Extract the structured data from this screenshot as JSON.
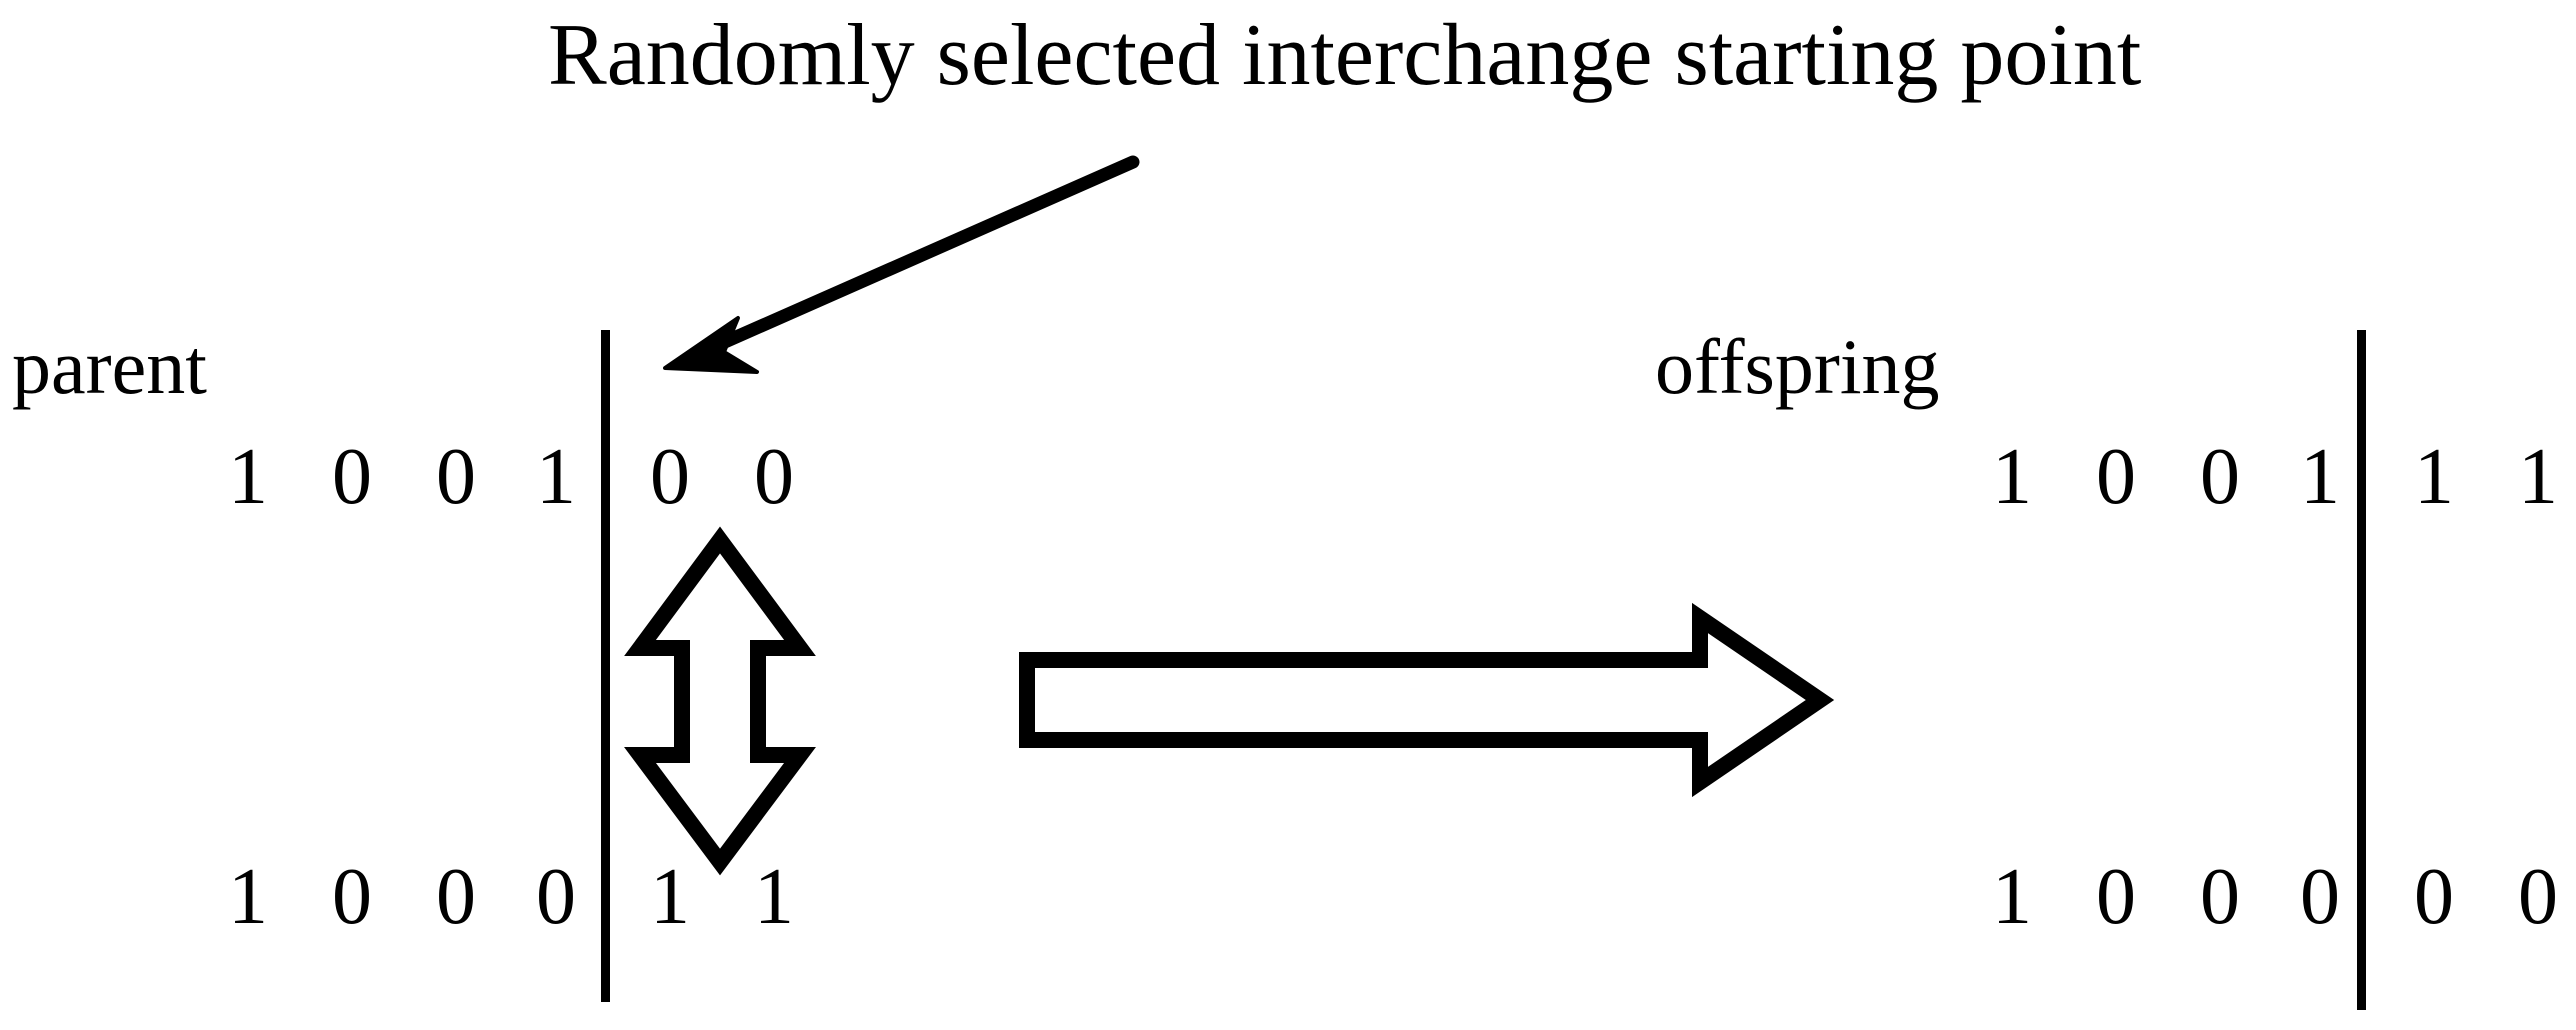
{
  "figure": {
    "annotation": "Randomly selected interchange starting point",
    "background_color": "#ffffff",
    "ink_color": "#000000"
  },
  "groups": {
    "parent": {
      "label": "parent",
      "rows": [
        {
          "left_segment": [
            "1",
            "0",
            "0",
            "1"
          ],
          "right_segment": [
            "0",
            "0"
          ]
        },
        {
          "left_segment": [
            "1",
            "0",
            "0",
            "0"
          ],
          "right_segment": [
            "1",
            "1"
          ]
        }
      ]
    },
    "offspring": {
      "label": "offspring",
      "rows": [
        {
          "left_segment": [
            "1",
            "0",
            "0",
            "1"
          ],
          "right_segment": [
            "1",
            "1"
          ]
        },
        {
          "left_segment": [
            "1",
            "0",
            "0",
            "0"
          ],
          "right_segment": [
            "0",
            "0"
          ]
        }
      ]
    }
  },
  "icons": {
    "pointer_arrow": "diagonal-pointer-arrow-icon",
    "swap_arrow": "vertical-double-headed-arrow-icon",
    "transform_arrow": "horizontal-block-arrow-icon",
    "crossover_divider": "vertical-divider-bar-icon"
  }
}
